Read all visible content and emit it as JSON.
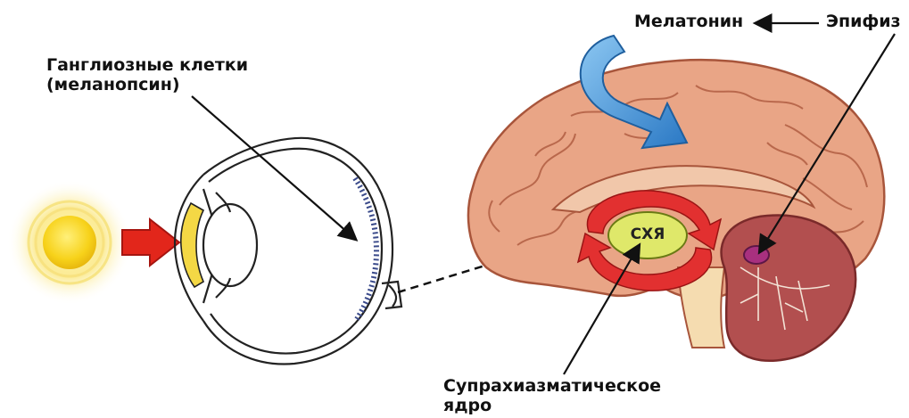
{
  "labels": {
    "ganglion_line1": "Ганглиозные клетки",
    "ganglion_line2": "(меланопсин)",
    "melatonin": "Мелатонин",
    "epiphysis": "Эпифиз",
    "scn_abbr": "СХЯ",
    "scn_line1": "Супрахиазматическое",
    "scn_line2": "ядро"
  },
  "colors": {
    "sun_core": "#f7d21a",
    "sun_glow": "#fbe98a",
    "light_arrow": "#e2261b",
    "brain": "#e9a586",
    "brain_dark": "#c9785c",
    "scn_fill": "#dfe86a",
    "cycle_arrow": "#e23030",
    "melatonin_arrow": "#3a8fd6",
    "pineal": "#a8307f"
  }
}
